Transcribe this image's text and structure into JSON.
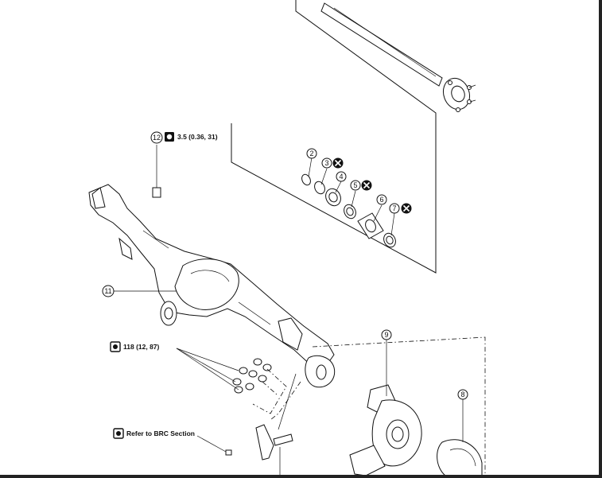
{
  "diagram": {
    "callouts": {
      "c2": "2",
      "c3": "3",
      "c4": "4",
      "c5": "5",
      "c6": "6",
      "c7": "7",
      "c8": "8",
      "c9": "9",
      "c11": "11",
      "c12": "12"
    },
    "specs": {
      "torque_bolt": "3.5 (0.36, 31)",
      "torque_nuts": "118 (12, 87)",
      "refer_brc": "Refer to BRC Section"
    },
    "icons": {
      "torque": "torque-wrench-icon",
      "replace": "do-not-reuse-icon"
    }
  }
}
